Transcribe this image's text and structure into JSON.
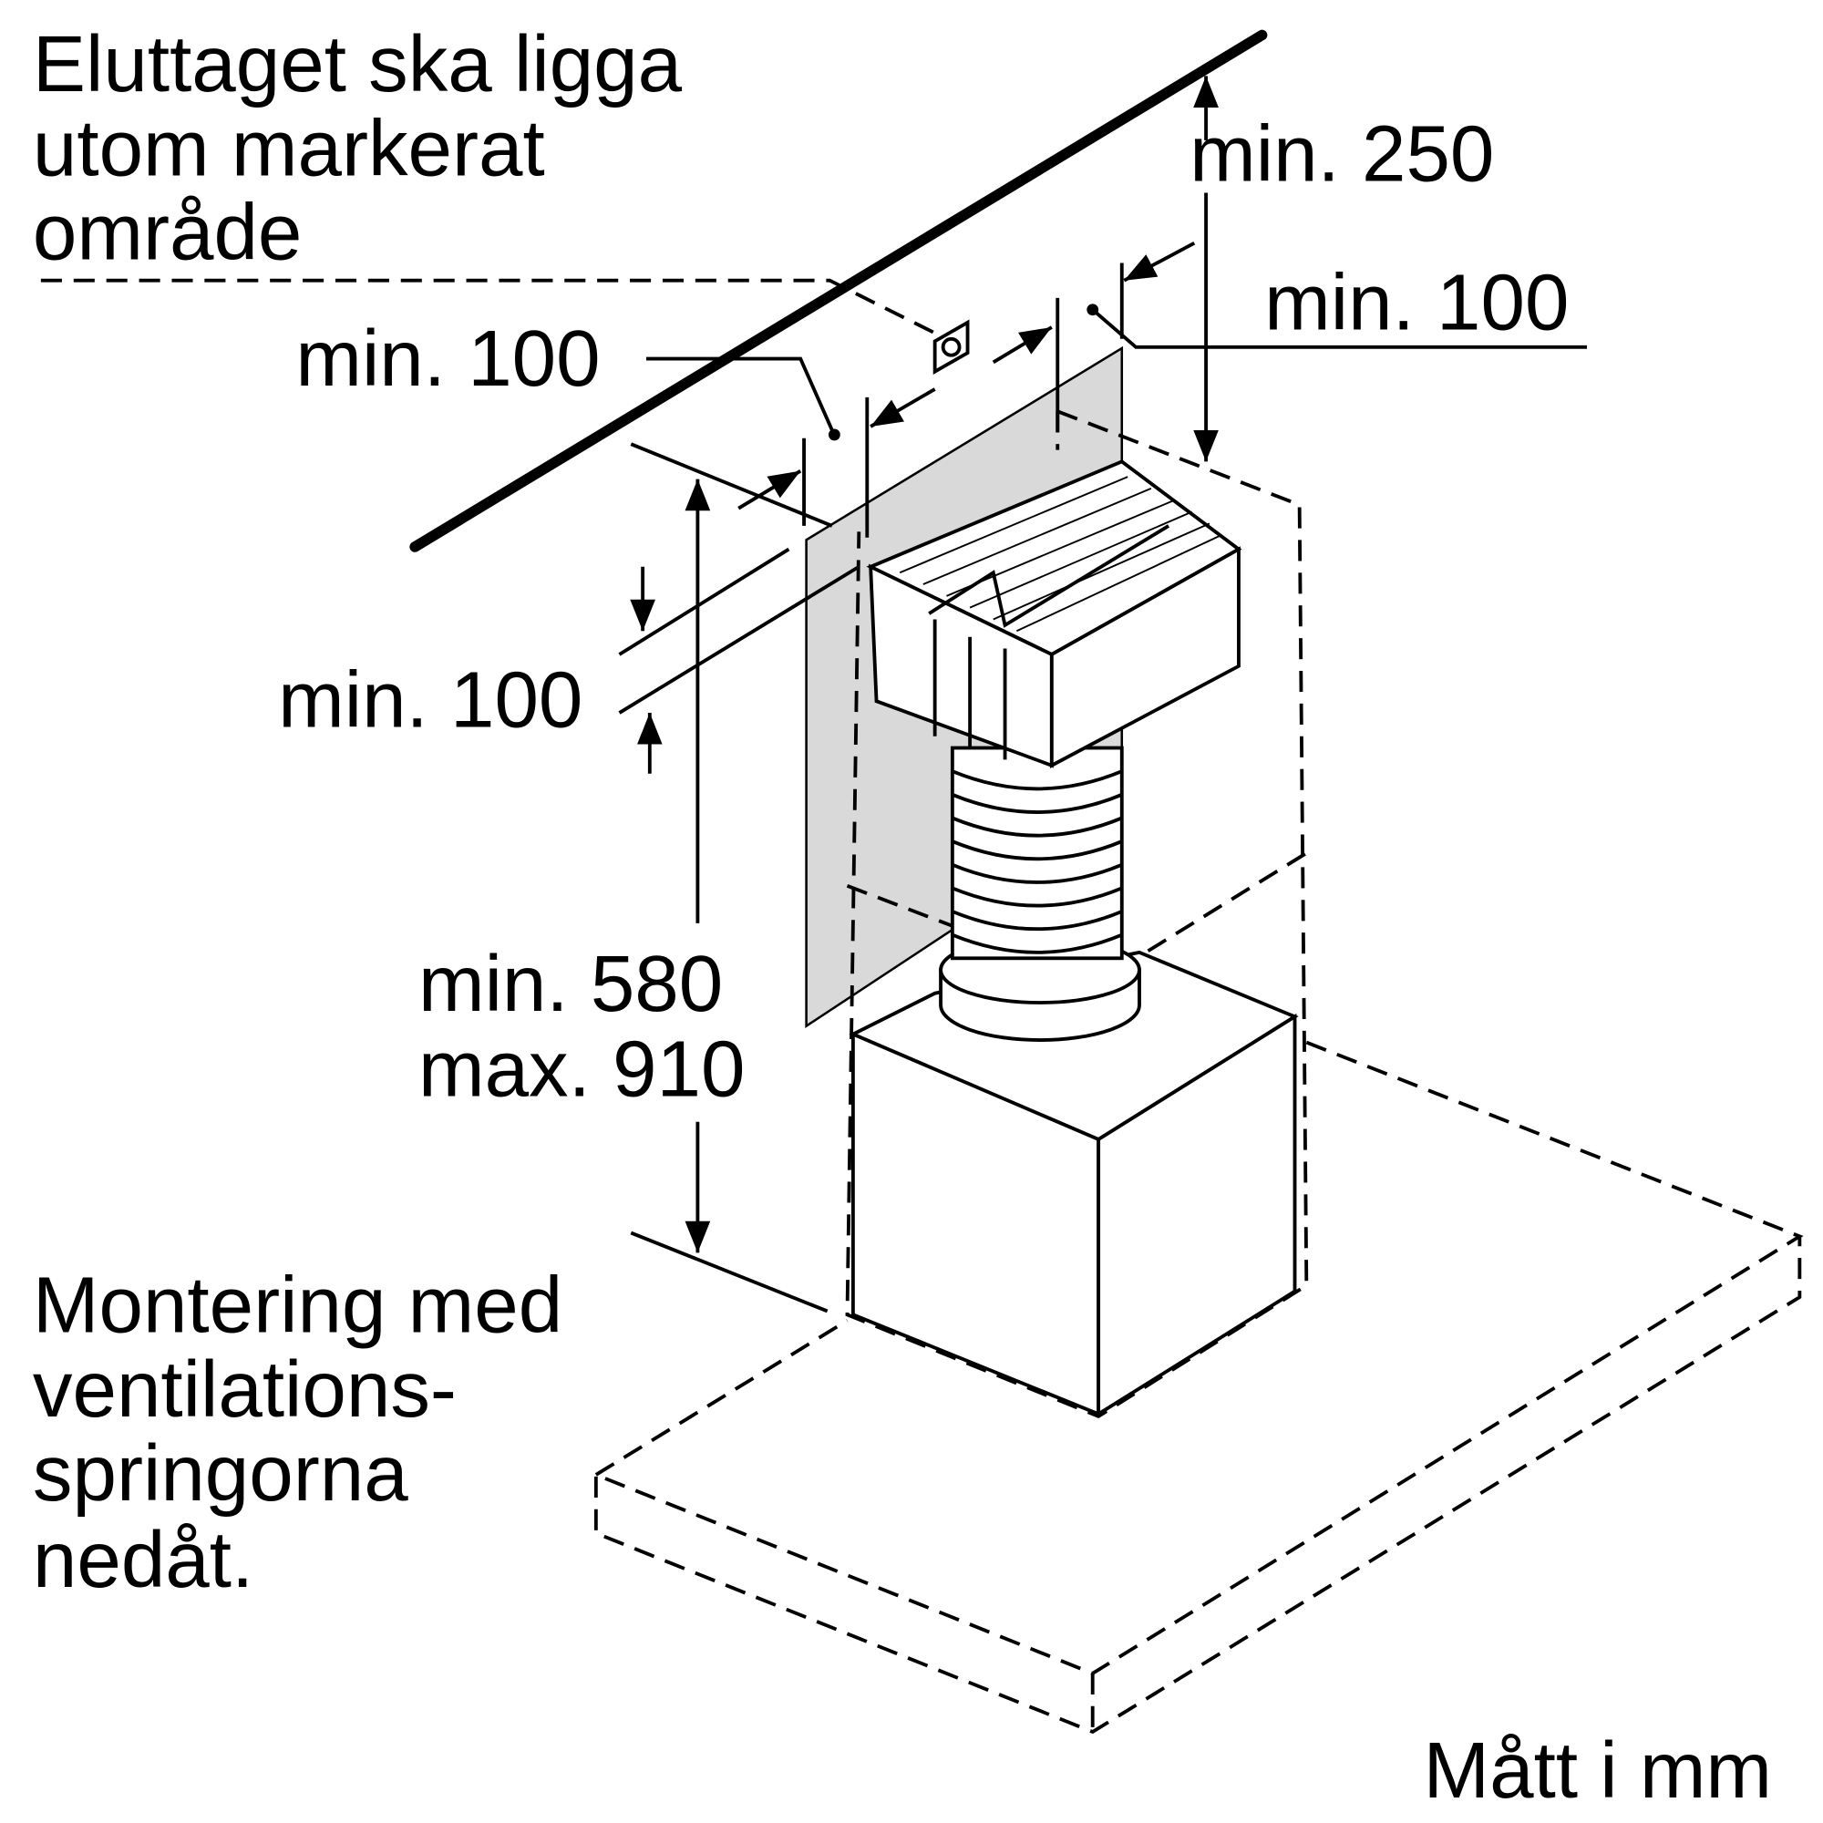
{
  "labels": {
    "outlet_note": [
      "Eluttaget ska ligga",
      "utom markerat",
      "område"
    ],
    "ceiling_gap": "min. 250",
    "right_gap": "min. 100",
    "left_gap": "min. 100",
    "vertical_gap": "min. 100",
    "height_range": [
      "min. 580",
      "max. 910"
    ],
    "mounting_note": [
      "Montering med",
      "ventilations-",
      "springorna",
      "nedåt."
    ],
    "units": "Mått i mm"
  },
  "colors": {
    "panel": "#d9d9d9",
    "line": "#000000"
  }
}
